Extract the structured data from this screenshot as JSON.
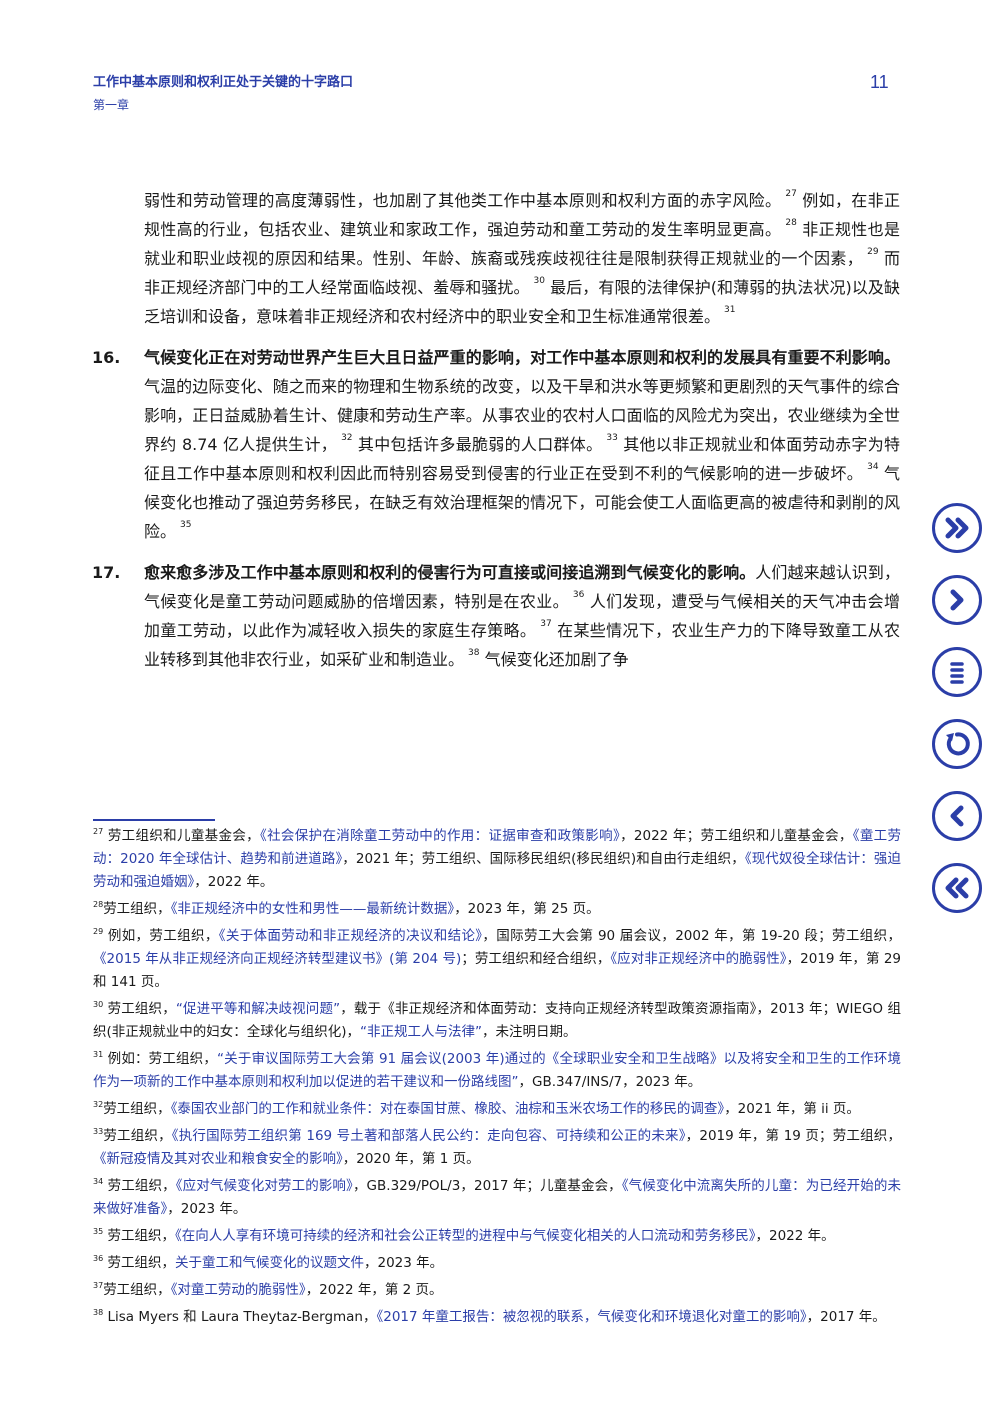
{
  "header": {
    "title": "工作中基本原则和权利正处于关键的十字路口",
    "chapter": "第一章",
    "page_number": "11"
  },
  "intro": {
    "s1": "弱性和劳动管理的高度薄弱性，也加剧了其他类工作中基本原则和权利方面的赤字风险。",
    "r27": "27",
    "s2": "例如，在非正规性高的行业，包括农业、建筑业和家政工作，强迫劳动和童工劳动的发生率明显更高。",
    "r28": "28",
    "s3": "非正规性也是就业和职业歧视的原因和结果。性别、年龄、族裔或残疾歧视往往是限制获得正规就业的一个因素，",
    "r29": "29",
    "s4": "而非正规经济部门中的工人经常面临歧视、羞辱和骚扰。",
    "r30": "30",
    "s5": "最后，有限的法律保护(和薄弱的执法状况)以及缺乏培训和设备，意味着非正规经济和农村经济中的职业安全和卫生标准通常很差。",
    "r31": "31"
  },
  "p16": {
    "num": "16.",
    "bold": "气候变化正在对劳动世界产生巨大且日益严重的影响，对工作中基本原则和权利的发展具有重要不利影响。",
    "s1": "气温的边际变化、随之而来的物理和生物系统的改变，以及干旱和洪水等更频繁和更剧烈的天气事件的综合影响，正日益威胁着生计、健康和劳动生产率。从事农业的农村人口面临的风险尤为突出，农业继续为全世界约 8.74 亿人提供生计，",
    "r32": "32",
    "s2": "其中包括许多最脆弱的人口群体。",
    "r33": "33",
    "s3": "其他以非正规就业和体面劳动赤字为特征且工作中基本原则和权利因此而特别容易受到侵害的行业正在受到不利的气候影响的进一步破坏。",
    "r34": "34",
    "s4": "气候变化也推动了强迫劳务移民，在缺乏有效治理框架的情况下，可能会使工人面临更高的被虐待和剥削的风险。",
    "r35": "35"
  },
  "p17": {
    "num": "17.",
    "bold": "愈来愈多涉及工作中基本原则和权利的侵害行为可直接或间接追溯到气候变化的影响。",
    "s1": "人们越来越认识到，气候变化是童工劳动问题威胁的倍增因素，特别是在农业。",
    "r36": "36",
    "s2": "人们发现，遭受与气候相关的天气冲击会增加童工劳动，以此作为减轻收入损失的家庭生存策略。",
    "r37": "37",
    "s3": "在某些情况下，农业生产力的下降导致童工从农业转移到其他非农行业，如采矿业和制造业。",
    "r38": "38",
    "s4": "气候变化还加剧了争"
  },
  "footnotes": {
    "fn27": {
      "num": "27",
      "t1": " 劳工组织和儿童基金会，",
      "l1": "《社会保护在消除童工劳动中的作用：证据审查和政策影响》",
      "t2": "，2022 年；劳工组织和儿童基金会，",
      "l2": "《童工劳动：2020 年全球估计、趋势和前进道路》",
      "t3": "，2021 年；劳工组织、国际移民组织(移民组织)和自由行走组织，",
      "l3": "《现代奴役全球估计：强迫劳动和强迫婚姻》",
      "t4": "，2022 年。"
    },
    "fn28": {
      "num": "28",
      "t1": "劳工组织，",
      "l1": "《非正规经济中的女性和男性——最新统计数据》",
      "t2": "，2023 年，第 25 页。"
    },
    "fn29": {
      "num": "29",
      "t1": " 例如，劳工组织，",
      "l1": "《关于体面劳动和非正规经济的决议和结论》",
      "t2": "，国际劳工大会第 90 届会议，2002 年，第 19-20 段；劳工组织，",
      "l2": "《2015 年从非正规经济向正规经济转型建议书》(第 204 号)",
      "t3": "；劳工组织和经合组织，",
      "l3": "《应对非正规经济中的脆弱性》",
      "t4": "，2019 年，第 29 和 141 页。"
    },
    "fn30": {
      "num": "30",
      "t1": " 劳工组织，",
      "l1": "“促进平等和解决歧视问题”",
      "t2": "，载于《非正规经济和体面劳动：支持向正规经济转型政策资源指南》，2013 年；WIEGO 组织(非正规就业中的妇女：全球化与组织化)，",
      "l2": "“非正规工人与法律”",
      "t3": "，未注明日期。"
    },
    "fn31": {
      "num": "31",
      "t1": " 例如：劳工组织，",
      "l1": "“关于审议国际劳工大会第 91 届会议(2003 年)通过的《全球职业安全和卫生战略》以及将安全和卫生的工作环境作为一项新的工作中基本原则和权利加以促进的若干建议和一份路线图”",
      "t2": "，GB.347/INS/7，2023 年。"
    },
    "fn32": {
      "num": "32",
      "t1": "劳工组织，",
      "l1": "《泰国农业部门的工作和就业条件：对在泰国甘蔗、橡胶、油棕和玉米农场工作的移民的调查》",
      "t2": "，2021 年，第 ii 页。"
    },
    "fn33": {
      "num": "33",
      "t1": "劳工组织，",
      "l1": "《执行国际劳工组织第 169 号土著和部落人民公约：走向包容、可持续和公正的未来》",
      "t2": "，2019 年，第 19 页；劳工组织，",
      "l2": "《新冠疫情及其对农业和粮食安全的影响》",
      "t3": "，2020 年，第 1 页。"
    },
    "fn34": {
      "num": "34",
      "t1": " 劳工组织，",
      "l1": "《应对气候变化对劳工的影响》",
      "t2": "，GB.329/POL/3，2017 年；儿童基金会，",
      "l2": "《气候变化中流离失所的儿童：为已经开始的未来做好准备》",
      "t3": "，2023 年。"
    },
    "fn35": {
      "num": "35",
      "t1": " 劳工组织，",
      "l1": "《在向人人享有环境可持续的经济和社会公正转型的进程中与气候变化相关的人口流动和劳务移民》",
      "t2": "，2022 年。"
    },
    "fn36": {
      "num": "36",
      "t1": " 劳工组织，",
      "l1": "关于童工和气候变化的议题文件",
      "t2": "，2023 年。"
    },
    "fn37": {
      "num": "37",
      "t1": "劳工组织，",
      "l1": "《对童工劳动的脆弱性》",
      "t2": "，2022 年，第 2 页。"
    },
    "fn38": {
      "num": "38",
      "t1": " Lisa Myers 和 Laura Theytaz-Bergman，",
      "l1": "《2017 年童工报告：被忽视的联系，气候变化和环境退化对童工的影响》",
      "t2": "，2017 年。"
    }
  },
  "nav": {
    "accent_color": "#2b3ea8",
    "buttons": [
      "fast-forward-icon",
      "chevron-right-icon",
      "list-icon",
      "refresh-icon",
      "chevron-left-icon",
      "rewind-icon"
    ]
  }
}
